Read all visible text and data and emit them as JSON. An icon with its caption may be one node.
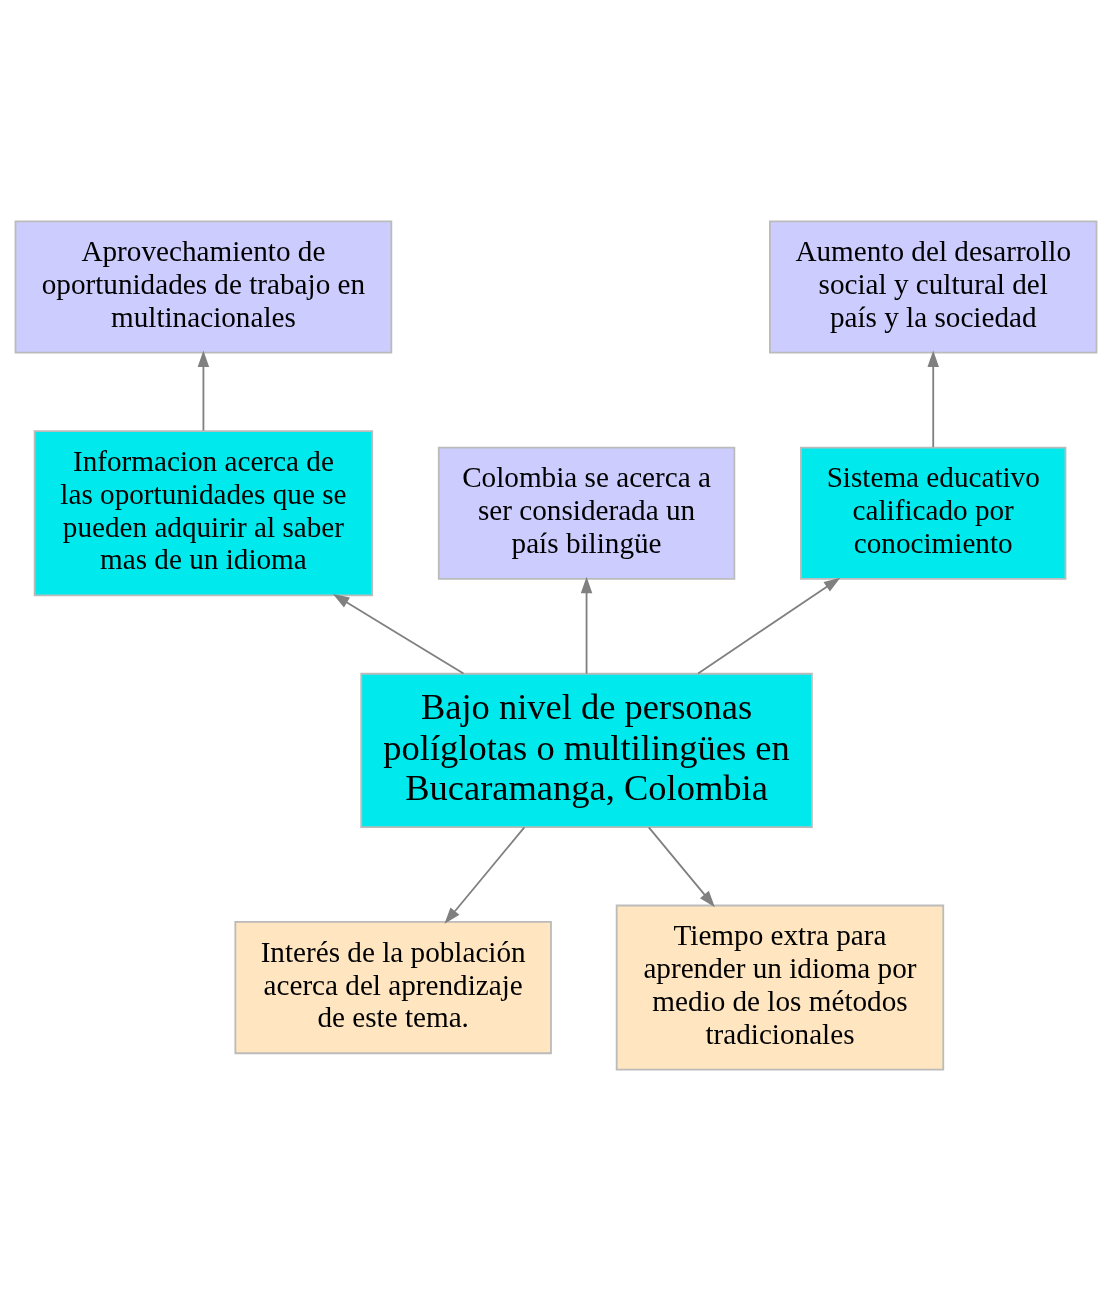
{
  "diagram": {
    "nodes": [
      {
        "text": [
          "Aprovechamiento de oportunidades de trabajo en multinacionales"
        ]
      },
      {
        "text": [
          "Aumento del desarrollo social y cultural del país y la sociedad"
        ]
      },
      {
        "text": [
          "Colombia se acerca a ser considerada un país bilingüe"
        ]
      },
      {
        "text": [
          "Informacion acerca de las oportunidades que se pueden adquirir al saber mas de un idioma"
        ]
      },
      {
        "text": [
          "Sistema educativo calificado por conocimiento"
        ]
      },
      {
        "text": [
          "Bajo nivel de personas políglotas o multilingües en Bucaramanga, Colombia"
        ]
      },
      {
        "text": [
          "Interés de la población acerca del aprendizaje de este tema."
        ]
      },
      {
        "text": [
          "Tiempo extra para aprender un idioma por medio de los métodos tradicionales"
        ]
      }
    ],
    "edges": [
      {
        "from": 5,
        "to": 4,
        "arrow": "to"
      },
      {
        "from": 4,
        "to": 1,
        "arrow": "to"
      },
      {
        "from": 5,
        "to": 2,
        "arrow": "to"
      },
      {
        "from": 5,
        "to": 3,
        "arrow": "to"
      },
      {
        "from": 3,
        "to": 0,
        "arrow": "to"
      },
      {
        "from": 5,
        "to": 6,
        "arrow": "to"
      },
      {
        "from": 5,
        "to": 7,
        "arrow": "to"
      }
    ]
  }
}
